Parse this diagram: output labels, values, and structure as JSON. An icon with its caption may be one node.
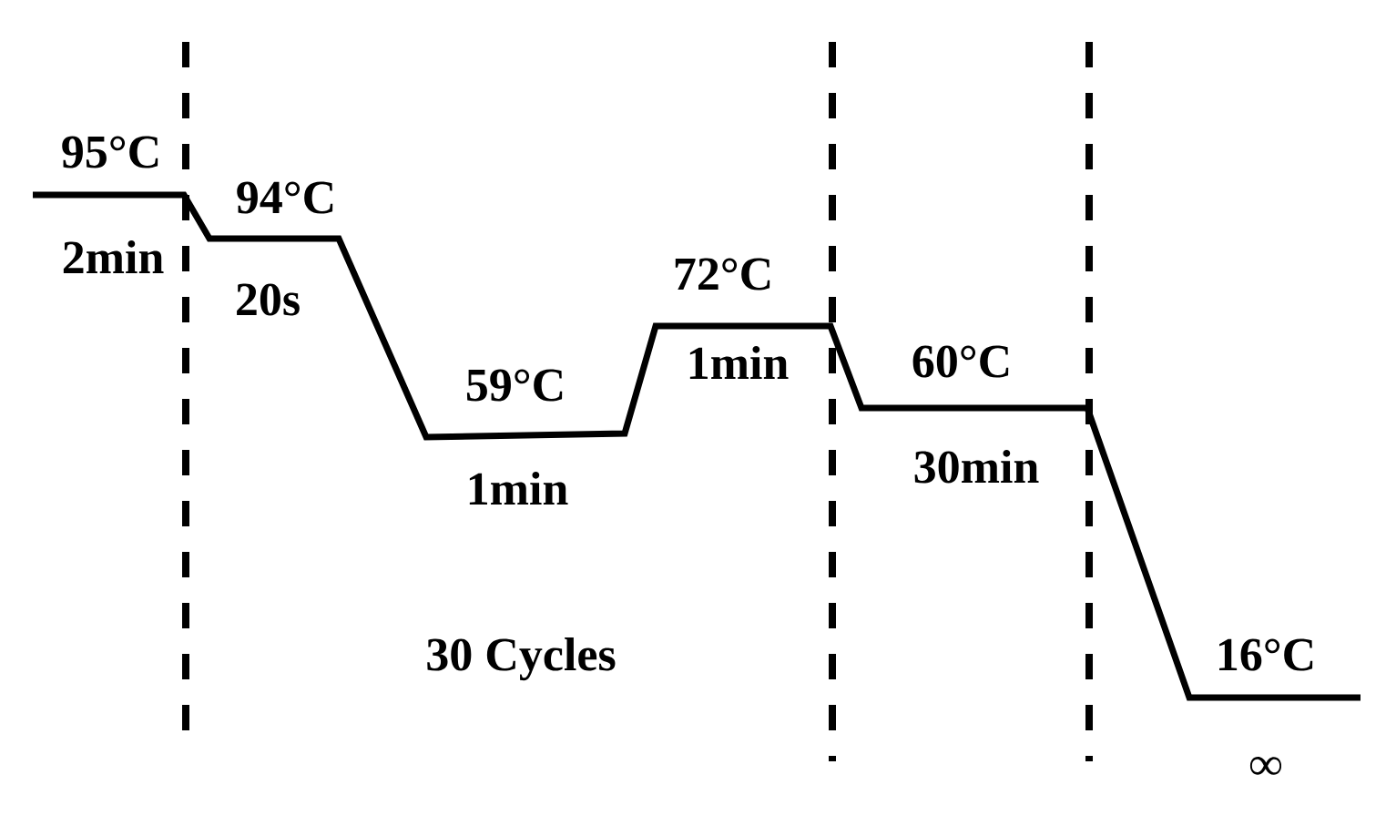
{
  "diagram": {
    "labels": [
      "95°C",
      "2min",
      "94°C",
      "20s",
      "59°C",
      "1min",
      "72°C",
      "1min",
      "30 Cycles",
      "60°C",
      "30min",
      "16°C",
      "∞"
    ]
  }
}
